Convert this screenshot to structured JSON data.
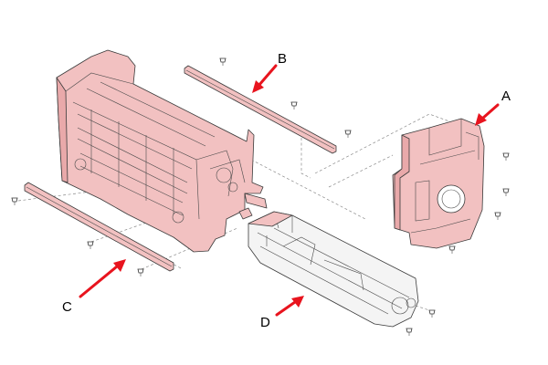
{
  "labels": {
    "a": "A",
    "b": "B",
    "c": "C",
    "d": "D"
  },
  "colors": {
    "part_fill": "#f2c1c1",
    "part_shadow": "#e9a9aa",
    "outline": "#3a3a3a",
    "arrow": "#e8141e",
    "guide_line": "#8a8a8a"
  }
}
